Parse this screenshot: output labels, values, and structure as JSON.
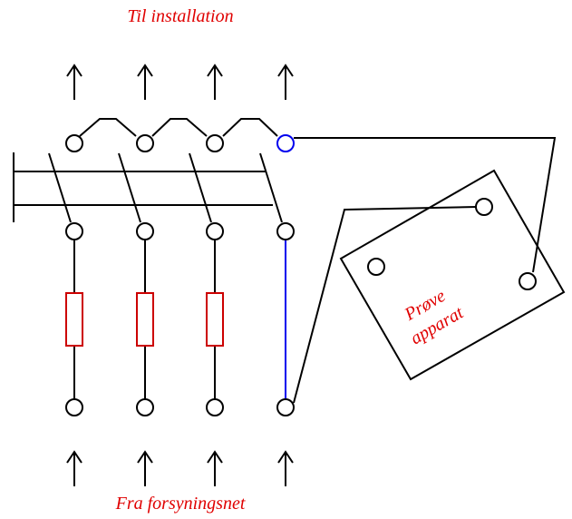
{
  "labels": {
    "top": "Til installation",
    "bottom": "Fra forsyningsnet",
    "device_line1": "Prøve",
    "device_line2": "apparat"
  },
  "colors": {
    "label": "#e00000",
    "fuse": "#cc0000",
    "highlight": "#0000ee",
    "line": "#000000"
  }
}
